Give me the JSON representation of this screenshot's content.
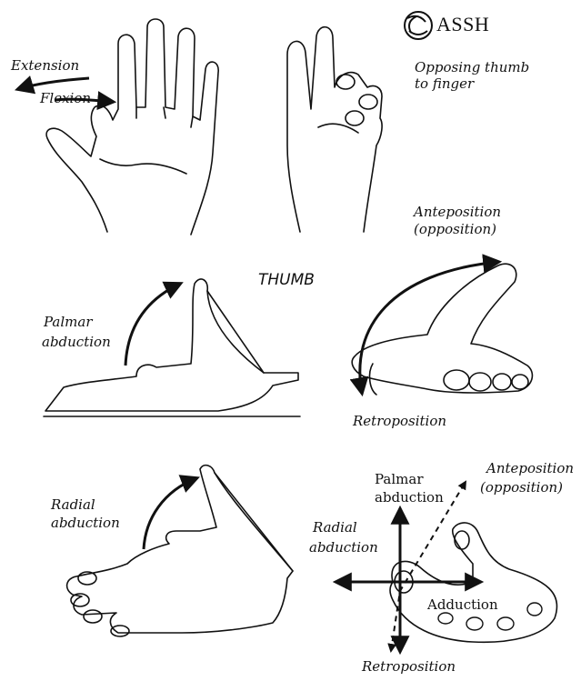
{
  "brand": {
    "name": "ASSH"
  },
  "title": "THUMB",
  "labels": {
    "extension": "Extension",
    "flexion": "Flexion",
    "opposing_line1": "Opposing thumb",
    "opposing_line2": "to finger",
    "anteposition_top_line1": "Anteposition",
    "anteposition_top_line2": "(opposition)",
    "palmar_abduction_line1": "Palmar",
    "palmar_abduction_line2": "abduction",
    "retroposition_mid": "Retroposition",
    "radial_abduction_left_line1": "Radial",
    "radial_abduction_left_line2": "abduction",
    "diagram_palmar_line1": "Palmar",
    "diagram_palmar_line2": "abduction",
    "diagram_antepos_line1": "Anteposition",
    "diagram_antepos_line2": "(opposition)",
    "diagram_radial_line1": "Radial",
    "diagram_radial_line2": "abduction",
    "adduction": "Adduction",
    "retroposition_bottom": "Retroposition"
  }
}
